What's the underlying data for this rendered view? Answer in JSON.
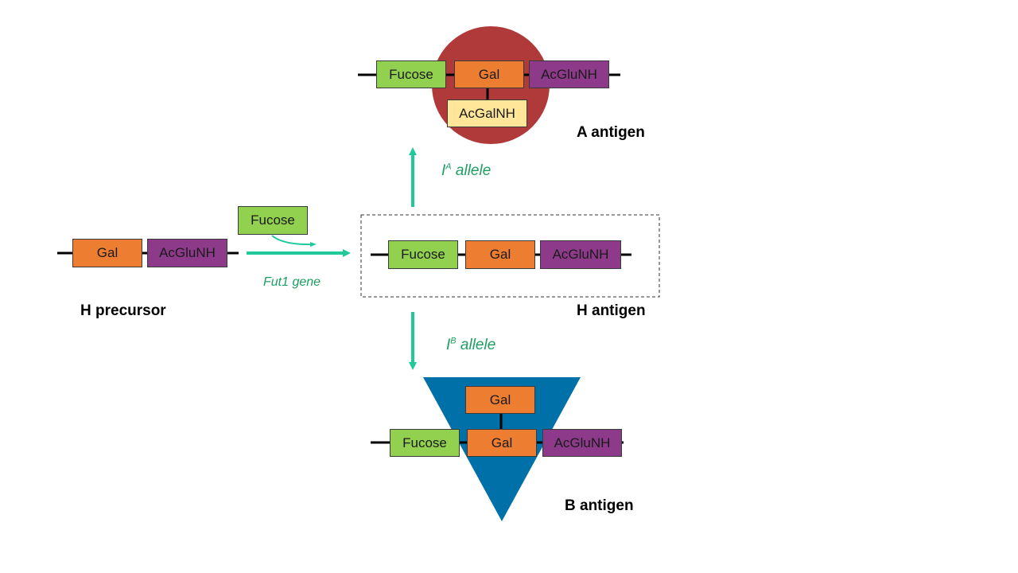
{
  "colors": {
    "fucose": "#92d050",
    "gal": "#ed7d31",
    "acglunh": "#8e3a8a",
    "acgalnh": "#ffe699",
    "a_shape": "#b03a3a",
    "b_shape": "#0070a8",
    "arrow": "#1fc99a",
    "allele_text": "#1e9e62"
  },
  "precursor": {
    "gal": "Gal",
    "acglunh": "AcGluNH",
    "label": "H precursor"
  },
  "conversion": {
    "fucose": "Fucose",
    "gene": "Fut1 gene"
  },
  "h_antigen": {
    "fucose": "Fucose",
    "gal": "Gal",
    "acglunh": "AcGluNH",
    "label": "H antigen"
  },
  "a_branch": {
    "allele_base": "I",
    "allele_sup": "A",
    "allele_word": "allele",
    "fucose": "Fucose",
    "gal": "Gal",
    "acglunh": "AcGluNH",
    "acgalnh": "AcGalNH",
    "label": "A antigen"
  },
  "b_branch": {
    "allele_base": "I",
    "allele_sup": "B",
    "allele_word": "allele",
    "fucose": "Fucose",
    "gal": "Gal",
    "gal_top": "Gal",
    "acglunh": "AcGluNH",
    "label": "B antigen"
  }
}
